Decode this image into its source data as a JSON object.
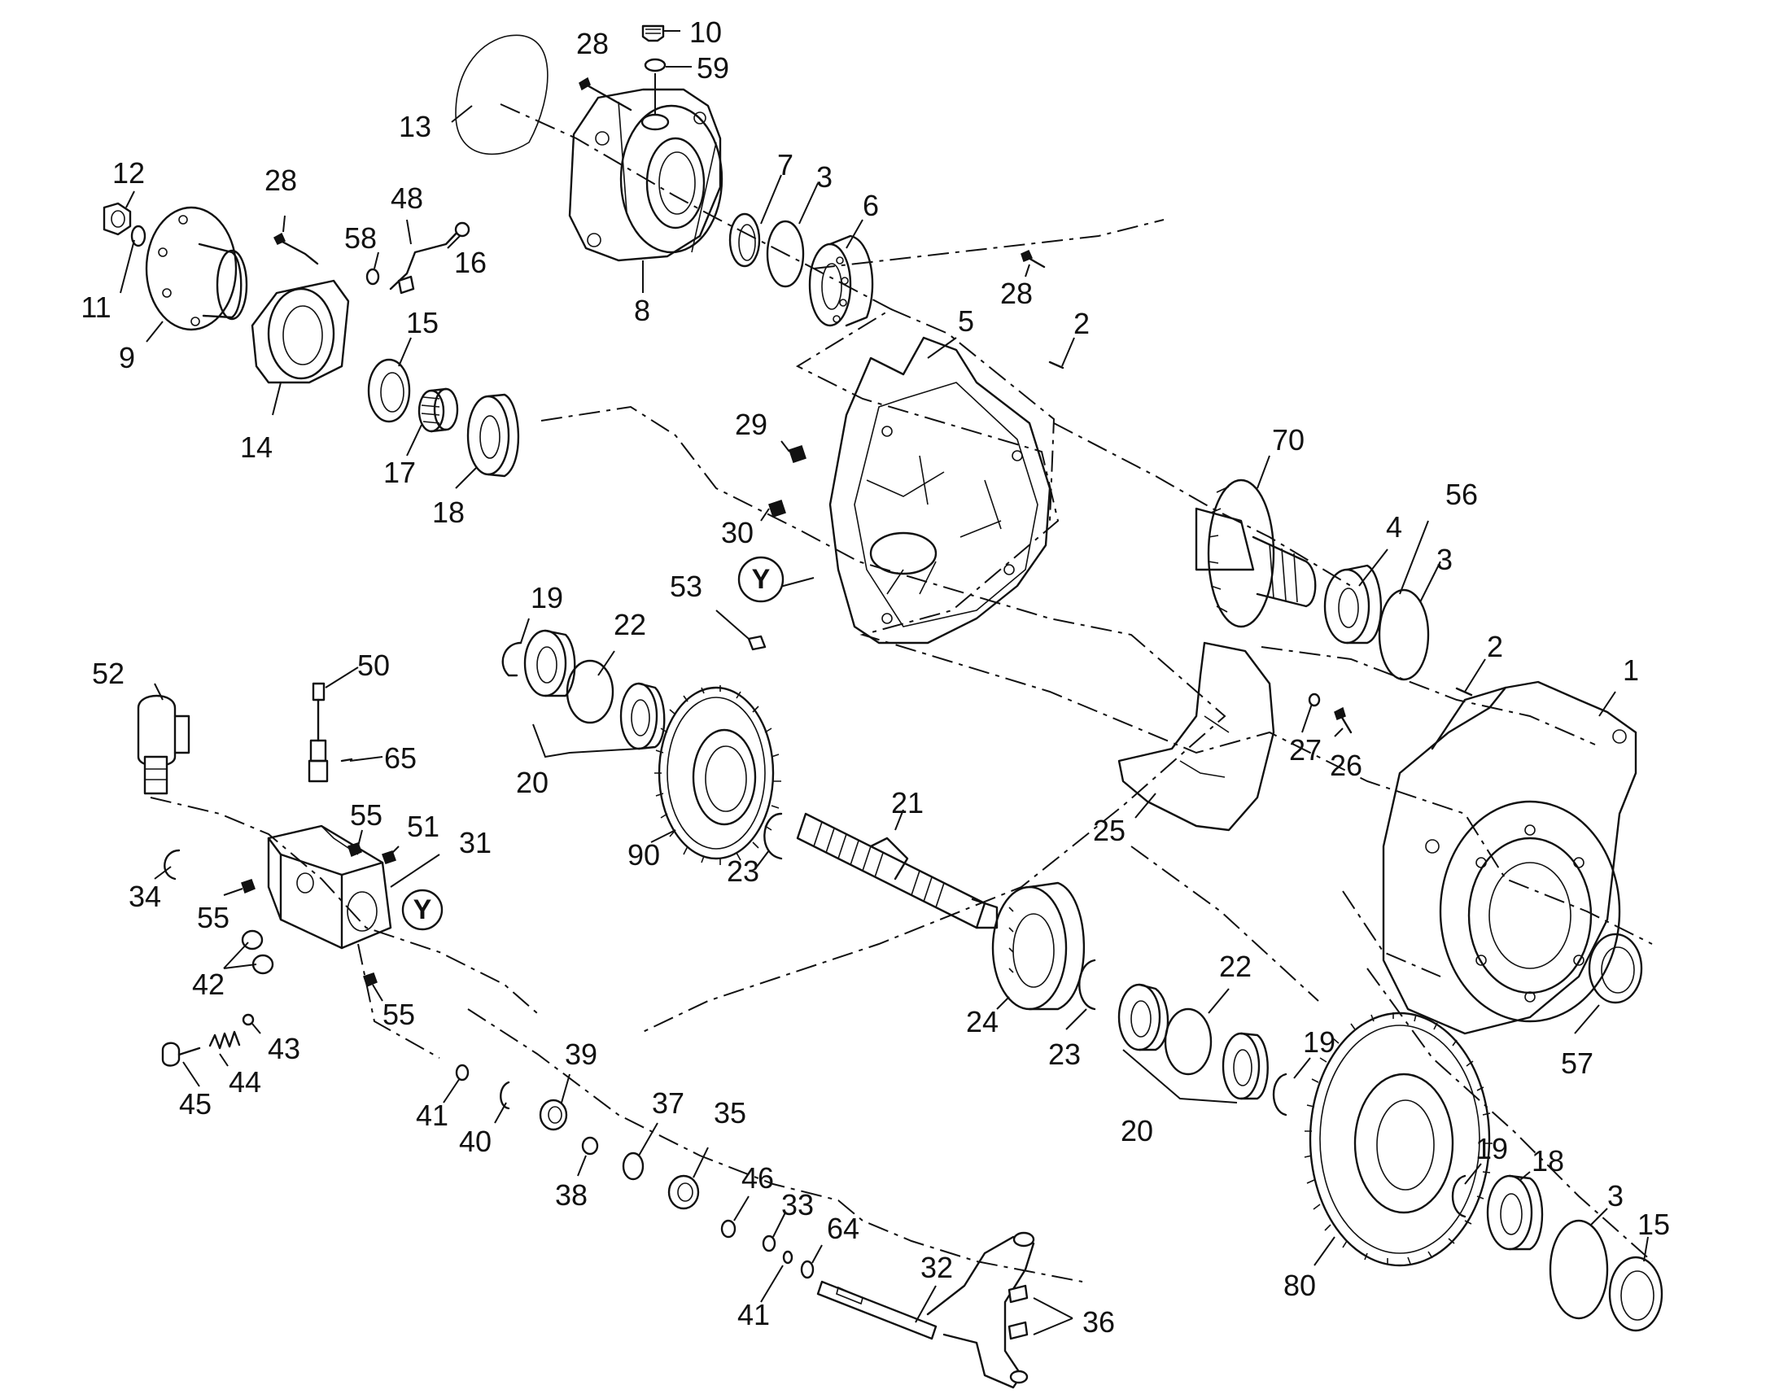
{
  "callouts": [
    {
      "id": "c10a",
      "text": "10"
    },
    {
      "id": "c59",
      "text": "59"
    },
    {
      "id": "c28a",
      "text": "28"
    },
    {
      "id": "c13",
      "text": "13"
    },
    {
      "id": "c7",
      "text": "7"
    },
    {
      "id": "c3a",
      "text": "3"
    },
    {
      "id": "c6",
      "text": "6"
    },
    {
      "id": "c8",
      "text": "8"
    },
    {
      "id": "c12",
      "text": "12"
    },
    {
      "id": "c28b",
      "text": "28"
    },
    {
      "id": "c48",
      "text": "48"
    },
    {
      "id": "c58",
      "text": "58"
    },
    {
      "id": "c16",
      "text": "16"
    },
    {
      "id": "c11",
      "text": "11"
    },
    {
      "id": "c9",
      "text": "9"
    },
    {
      "id": "c15a",
      "text": "15"
    },
    {
      "id": "c14",
      "text": "14"
    },
    {
      "id": "c17",
      "text": "17"
    },
    {
      "id": "c18a",
      "text": "18"
    },
    {
      "id": "c28c",
      "text": "28"
    },
    {
      "id": "c5",
      "text": "5"
    },
    {
      "id": "c2a",
      "text": "2"
    },
    {
      "id": "c29",
      "text": "29"
    },
    {
      "id": "c30",
      "text": "30"
    },
    {
      "id": "c70",
      "text": "70"
    },
    {
      "id": "c56",
      "text": "56"
    },
    {
      "id": "c4",
      "text": "4"
    },
    {
      "id": "c3b",
      "text": "3"
    },
    {
      "id": "c53",
      "text": "53"
    },
    {
      "id": "c19a",
      "text": "19"
    },
    {
      "id": "c22a",
      "text": "22"
    },
    {
      "id": "c20a",
      "text": "20"
    },
    {
      "id": "c2b",
      "text": "2"
    },
    {
      "id": "c1",
      "text": "1"
    },
    {
      "id": "c27",
      "text": "27"
    },
    {
      "id": "c26",
      "text": "26"
    },
    {
      "id": "c25",
      "text": "25"
    },
    {
      "id": "c52",
      "text": "52"
    },
    {
      "id": "c50",
      "text": "50"
    },
    {
      "id": "c65",
      "text": "65"
    },
    {
      "id": "c21",
      "text": "21"
    },
    {
      "id": "c90",
      "text": "90"
    },
    {
      "id": "c23a",
      "text": "23"
    },
    {
      "id": "c55a",
      "text": "55"
    },
    {
      "id": "c51",
      "text": "51"
    },
    {
      "id": "c31",
      "text": "31"
    },
    {
      "id": "c34",
      "text": "34"
    },
    {
      "id": "c55b",
      "text": "55"
    },
    {
      "id": "c42",
      "text": "42"
    },
    {
      "id": "c55c",
      "text": "55"
    },
    {
      "id": "c24",
      "text": "24"
    },
    {
      "id": "c23b",
      "text": "23"
    },
    {
      "id": "c22b",
      "text": "22"
    },
    {
      "id": "c19b",
      "text": "19"
    },
    {
      "id": "c20b",
      "text": "20"
    },
    {
      "id": "c57",
      "text": "57"
    },
    {
      "id": "c43",
      "text": "43"
    },
    {
      "id": "c44",
      "text": "44"
    },
    {
      "id": "c45",
      "text": "45"
    },
    {
      "id": "c41a",
      "text": "41"
    },
    {
      "id": "c40",
      "text": "40"
    },
    {
      "id": "c39",
      "text": "39"
    },
    {
      "id": "c37",
      "text": "37"
    },
    {
      "id": "c35",
      "text": "35"
    },
    {
      "id": "c38",
      "text": "38"
    },
    {
      "id": "c46",
      "text": "46"
    },
    {
      "id": "c33",
      "text": "33"
    },
    {
      "id": "c64",
      "text": "64"
    },
    {
      "id": "c41b",
      "text": "41"
    },
    {
      "id": "c32",
      "text": "32"
    },
    {
      "id": "c36",
      "text": "36"
    },
    {
      "id": "c19c",
      "text": "19"
    },
    {
      "id": "c18b",
      "text": "18"
    },
    {
      "id": "c3c",
      "text": "3"
    },
    {
      "id": "c15b",
      "text": "15"
    },
    {
      "id": "c80",
      "text": "80"
    }
  ],
  "reference_marks": [
    {
      "id": "y1",
      "text": "Y"
    },
    {
      "id": "y2",
      "text": "Y"
    }
  ]
}
